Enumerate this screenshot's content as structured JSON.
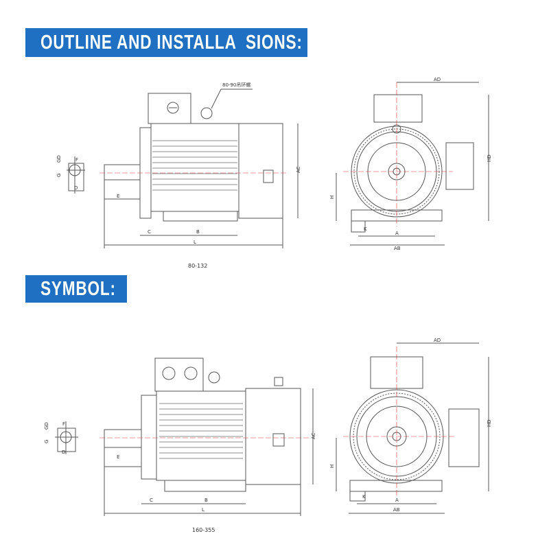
{
  "banners": {
    "outline": "OUTLINE AND INSTALLA  SIONS:",
    "symbol": "SYMBOL:"
  },
  "labels": {
    "lifting_note": "80-90吊环螺",
    "dim_AD": "AD",
    "dim_HD": "HD",
    "dim_AC": "AC",
    "dim_H": "H",
    "dim_K": "K",
    "dim_A": "A",
    "dim_AB": "AB",
    "dim_C": "C",
    "dim_B": "B",
    "dim_L": "L",
    "dim_E": "E",
    "dim_GD": "GD",
    "dim_G": "G",
    "dim_F": "F",
    "dim_D": "D",
    "range_small": "80-132",
    "range_large": "160-355"
  },
  "colors": {
    "banner_bg": "#1f6fc2",
    "banner_text": "#ffffff",
    "line": "#555555"
  }
}
